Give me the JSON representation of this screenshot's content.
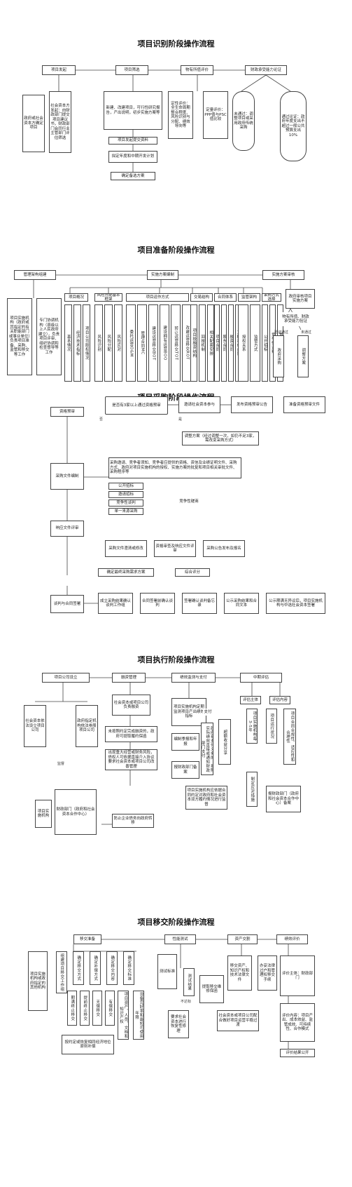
{
  "sec1": {
    "title": "项目识别阶段操作流程",
    "xmqf": "项目发起",
    "xmsx": "项目筛选",
    "wyzpj": "物有所值评价",
    "czcs": "财政承受能力论证",
    "qd": "政府或社会资本方确定项目",
    "gy": "社会资本方发起：向财政部门提交项目建议书，财政部门会同行业主管部门评估筛选",
    "sx_list": "新建、改建项目，可行性研究报告，产出说明，初步实施方案等",
    "tjzl": "项目发起提交资料",
    "nd": "拟定年度和中期开发计划",
    "qdbx": "确定备选方案",
    "dx": "定性评价：全生命周期整合程度、风险识别与分配、绩效导向等",
    "dl": "定量评价：PPP值与PSC值比较",
    "pass": "通过论证：政府年度支出不超过一般公共预算支出10%",
    "fail": "未通过：调整项目或采用政府传统采购"
  },
  "sec2": {
    "title": "项目准备阶段操作流程",
    "glzj": "管理架构组建",
    "ssfabz": "实施方案编制",
    "ssfash": "实施方案审核",
    "left1": "项目实施机构（政府或其指定的有关职能部门或事业单位）负责项目准备、采购、监管和移交等工作",
    "left2": "专门协调机构（县级以上人民政府建立），负责项目评审、组织协调和检查督导等工作",
    "groups": [
      "项目概况",
      "风险分配基本框架",
      "项目运作方式",
      "交易结构",
      "合同体系",
      "监管架构",
      "采购方式选择"
    ],
    "yzfs": "政府审核项目实施方案",
    "tz": "调整方案",
    "zf": "政府采购",
    "cols_a": [
      "基本情况",
      "经济技术指标",
      "项目公司股权情况"
    ],
    "cols_b": [
      "风险识别",
      "风险分配",
      "风险应对"
    ],
    "cols_c": [
      "委托运营O&M",
      "管理合同MC",
      "建设运营移交BOT",
      "建设拥有运营BOO",
      "转让运营移交TOT",
      "改建运营移交ROT"
    ],
    "cols_d": [
      "项目投融资结构",
      "回报机制",
      "相关配套安排"
    ],
    "cols_e": [
      "项目合同",
      "股东合同",
      "融资合同",
      "工程承包合同"
    ],
    "cols_f": [
      "授权关系",
      "监管方式"
    ],
    "cols_g": [
      "公开招标",
      "竞争性谈判",
      "竞争性磋商"
    ],
    "rt1": "物有所值、财政承受能力验证",
    "rt2": "验证通过",
    "rt3": "未通过"
  },
  "sec3": {
    "title": "项目采购阶段操作流程",
    "fzbc": "资格预审",
    "decision": "是否有3家以上通过资格预审",
    "yes": "是",
    "no": "否",
    "s1": "邀请社会资本参与",
    "s2": "发布资格预审公告",
    "s3": "准备资格预审文件",
    "tz": "调整方案（经过调整一次，如仍不足3家，需改变采购方式）",
    "cgwj": "采购文件编制",
    "cgnr": "采购邀请、竞争者须知、竞争者应提供的资格、资信及业绩证明文件、采购方式、政府对项目实施机构的授权、实施方案的批复和项目相关审批文件、采购程序等",
    "m1": "公开招标",
    "m2": "邀请招标",
    "m3": "竞争性谈判",
    "m4": "单一来源采购",
    "jzxcs": "竞争性磋商",
    "xypg": "响应文件评审",
    "p1": "采购文件澄清或修改",
    "p2": "资格审查及响应文件评审",
    "p3": "采购公告发布及报名",
    "qdcg": "确定最终采购需求方案",
    "zhpf": "综合评分",
    "htqs": "谈判与合同签署",
    "b1": "成立采购结果确认谈判工作组",
    "b2": "合同签署前确认谈判",
    "b3": "签署确认谈判备忘录",
    "b4": "公示采购结果和合同文本",
    "b5": "公示期满无异议后，项目实施机构与中选社会资本签署"
  },
  "sec4": {
    "title": "项目执行阶段操作流程",
    "xmgs": "项目公司设立",
    "rzgl": "融资管理",
    "jxjc": "绩效监测与支付",
    "zqpg": "中期评估",
    "c1": "社会资本依法设立项目公司",
    "c2": "政府指定机构依法参股项目公司",
    "jg": "监督",
    "czbm": "财政部门（政府和社会资本合作中心）",
    "ssjg": "项目实施机构",
    "r1": "社会资本或项目公司负责融资",
    "r2": "未按照约定完成融资的，政府可提取履约保函",
    "r3": "出现重大经营或财务风险，债权人可依据直接介入协议要求社会资本或项目公司改善管理",
    "r4": "防止企业债务向政府转移",
    "zf": "支付",
    "j1": "项目实施机构定期监测项目产出绩效指标",
    "j2": "编制季报和年报",
    "j3": "报财政部门备案",
    "j4": "政府有支付义务的，按照实际绩效直接或通知财政部门支付",
    "j5": "超额收益分享",
    "j6": "项目实施机构应依据合同约定对政府和社会资本双方履约情况进行监督",
    "z1": "评估主体",
    "z2": "评估内容",
    "z3": "项目实施机构每3-5年",
    "z4": "项目运行状况",
    "z5": "项目合同合规性、适应性和合理性",
    "z6": "制定应对措施",
    "z7": "报财政部门（政府和社会资本合作中心）备案"
  },
  "sec5": {
    "title": "项目移交阶段操作流程",
    "yjzb": "移交准备",
    "xncs": "性能测试",
    "zcjg": "资产交割",
    "jxpj": "绩效评价",
    "left": "项目实施机构或政府指定的其他机构",
    "a1": "组建项目移交工作组",
    "a2": "确定移交方式",
    "a3": "确定补偿方式",
    "a4": "确定移交内容",
    "a5": "确定移交标准",
    "a6": "期满终止移交",
    "a7": "提前终止移交",
    "a8": "无偿移交",
    "a9": "有偿移交",
    "a10": "项目资产、人员、文档和知识产权",
    "a11": "设备完好率和最短可使用年限",
    "a12": "按约定或恢复相同经济地位原则补偿",
    "t1": "测试标准",
    "t2": "测试结果",
    "t3": "不达标",
    "t4": "要求社会资本进行恢复性修理",
    "t5": "提取移交维修保函",
    "t6": "移交资产、知识产权和技术法律文件",
    "t7": "办妥法律过户和管理权移交手续",
    "t8": "社会资本或项目公司配合做好项目运营平稳过渡",
    "e1": "评价主体：财政部门",
    "e2": "评价内容：项目产出、成本效益、监管成效、可持续性、合作模式",
    "e3": "评价结果公开"
  }
}
